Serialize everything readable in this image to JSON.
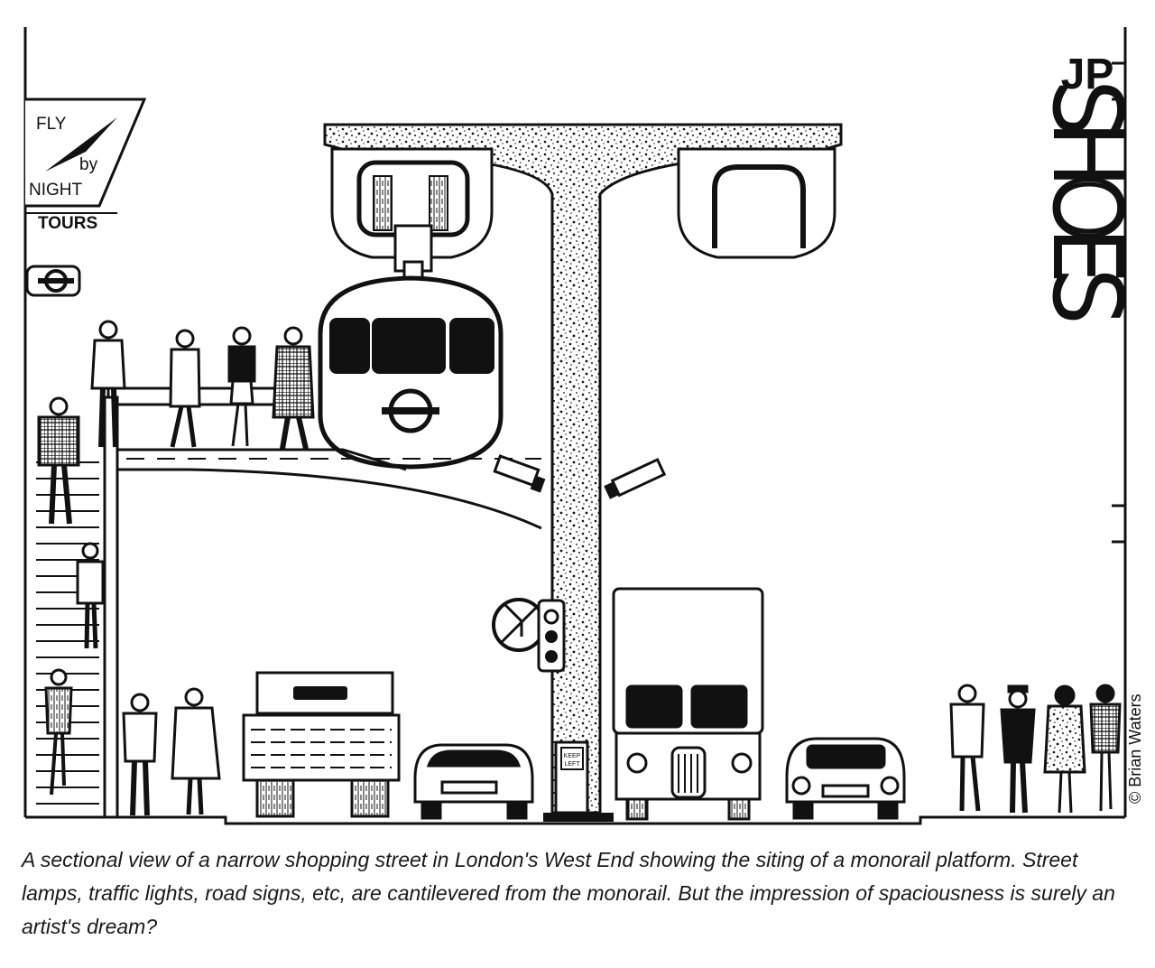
{
  "signs": {
    "airline_lines": [
      "FLY",
      "by",
      "NIGHT"
    ],
    "airline_tours": "TOURS",
    "shop_logo": "JP",
    "shop_word": "SHOES",
    "keep_left": [
      "KEEP",
      "LEFT"
    ]
  },
  "credit": "© Brian Waters",
  "caption": "A sectional view of a narrow shopping street in London's West End showing the siting of a monorail platform. Street lamps, traffic lights, road signs, etc, are cantilevered from the monorail. But the impression of spaciousness is surely an artist's dream?"
}
